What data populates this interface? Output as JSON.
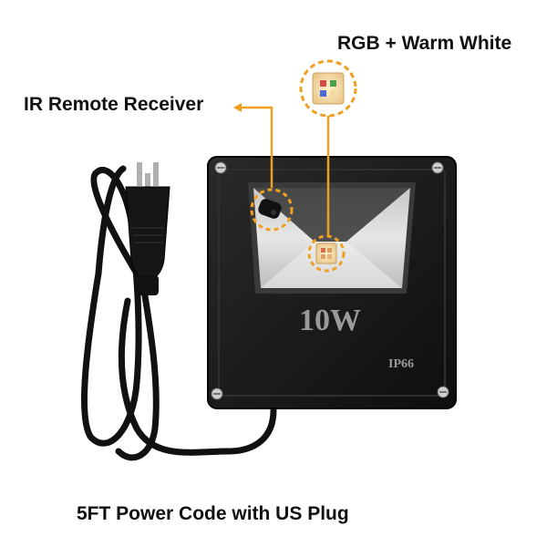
{
  "labels": {
    "rgb_warm_white": "RGB + Warm White",
    "ir_receiver": "IR Remote Receiver",
    "power_cord": "5FT Power Code with US Plug"
  },
  "product": {
    "wattage": "10W",
    "rating": "IP66"
  },
  "colors": {
    "callout_orange": "#f0a020",
    "housing": "#141414",
    "glass": "#d8d8d8",
    "stamp_text": "#9a9a9a"
  },
  "icons": [
    "screw-icon",
    "us-plug-icon",
    "led-chip-icon",
    "ir-sensor-icon"
  ]
}
